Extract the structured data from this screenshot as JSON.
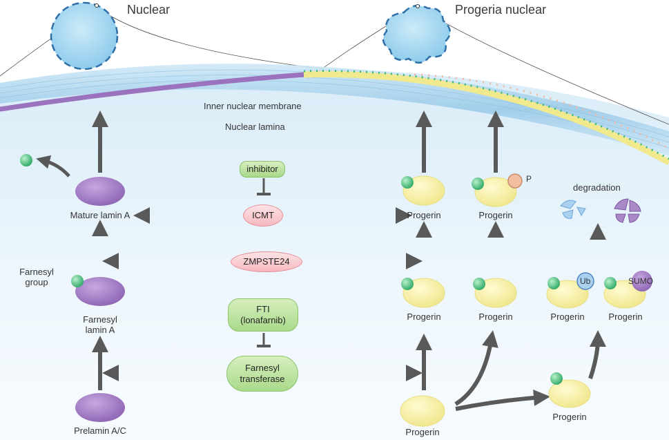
{
  "titles": {
    "normal": "Nuclear",
    "progeria": "Progeria nuclear"
  },
  "membrane_labels": {
    "inner": "Inner nuclear membrane",
    "lamina": "Nuclear lamina"
  },
  "left_path": {
    "mature": "Mature lamin A",
    "farnesyl_group": "Farnesyl\ngroup",
    "farnesyl_lamin": "Farnesyl\nlamin A",
    "prelamin": "Prelamin A/C"
  },
  "enzymes": {
    "inhibitor": "inhibitor",
    "icmt": "ICMT",
    "zmpste24": "ZMPSTE24",
    "fti": "FTI\n(lonafarnib)",
    "farnesyl_transferase": "Farnesyl\ntransferase"
  },
  "right_path": {
    "progerin": "Progerin",
    "phospho": "P",
    "ub": "Ub",
    "sumo": "SUMO",
    "degradation": "degradation"
  },
  "colors": {
    "lamin_purple": "#9a72bd",
    "progerin_yellow": "#f6f1a8",
    "farnesyl_green": "#3fb877",
    "enzyme_green": "#b8e29a",
    "enzyme_pink": "#f7c1c7",
    "nucleus_blue": "#a8d8ef",
    "arrow_gray": "#595959"
  }
}
